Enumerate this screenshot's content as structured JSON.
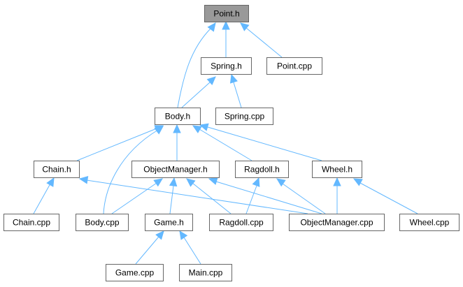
{
  "diagram": {
    "edge_color": "#63b8ff",
    "root_fill": "#999999",
    "node_fill": "#ffffff",
    "node_border": "#666666",
    "nodes": [
      {
        "id": "point_h",
        "label": "Point.h",
        "root": true
      },
      {
        "id": "spring_h",
        "label": "Spring.h"
      },
      {
        "id": "point_cpp",
        "label": "Point.cpp"
      },
      {
        "id": "body_h",
        "label": "Body.h"
      },
      {
        "id": "spring_cpp",
        "label": "Spring.cpp"
      },
      {
        "id": "chain_h",
        "label": "Chain.h"
      },
      {
        "id": "objectmanager_h",
        "label": "ObjectManager.h"
      },
      {
        "id": "ragdoll_h",
        "label": "Ragdoll.h"
      },
      {
        "id": "wheel_h",
        "label": "Wheel.h"
      },
      {
        "id": "chain_cpp",
        "label": "Chain.cpp"
      },
      {
        "id": "body_cpp",
        "label": "Body.cpp"
      },
      {
        "id": "game_h",
        "label": "Game.h"
      },
      {
        "id": "ragdoll_cpp",
        "label": "Ragdoll.cpp"
      },
      {
        "id": "objectmanager_cpp",
        "label": "ObjectManager.cpp"
      },
      {
        "id": "wheel_cpp",
        "label": "Wheel.cpp"
      },
      {
        "id": "game_cpp",
        "label": "Game.cpp"
      },
      {
        "id": "main_cpp",
        "label": "Main.cpp"
      }
    ],
    "edges": [
      {
        "from": "spring_h",
        "to": "point_h"
      },
      {
        "from": "point_cpp",
        "to": "point_h"
      },
      {
        "from": "body_h",
        "to": "point_h"
      },
      {
        "from": "body_h",
        "to": "spring_h"
      },
      {
        "from": "spring_cpp",
        "to": "spring_h"
      },
      {
        "from": "chain_h",
        "to": "body_h"
      },
      {
        "from": "body_cpp",
        "to": "body_h"
      },
      {
        "from": "objectmanager_h",
        "to": "body_h"
      },
      {
        "from": "ragdoll_h",
        "to": "body_h"
      },
      {
        "from": "wheel_h",
        "to": "body_h"
      },
      {
        "from": "chain_cpp",
        "to": "chain_h"
      },
      {
        "from": "objectmanager_cpp",
        "to": "chain_h"
      },
      {
        "from": "body_cpp",
        "to": "objectmanager_h"
      },
      {
        "from": "game_h",
        "to": "objectmanager_h"
      },
      {
        "from": "ragdoll_cpp",
        "to": "objectmanager_h"
      },
      {
        "from": "objectmanager_cpp",
        "to": "objectmanager_h"
      },
      {
        "from": "ragdoll_cpp",
        "to": "ragdoll_h"
      },
      {
        "from": "objectmanager_cpp",
        "to": "ragdoll_h"
      },
      {
        "from": "objectmanager_cpp",
        "to": "wheel_h"
      },
      {
        "from": "wheel_cpp",
        "to": "wheel_h"
      },
      {
        "from": "game_cpp",
        "to": "game_h"
      },
      {
        "from": "main_cpp",
        "to": "game_h"
      }
    ]
  }
}
